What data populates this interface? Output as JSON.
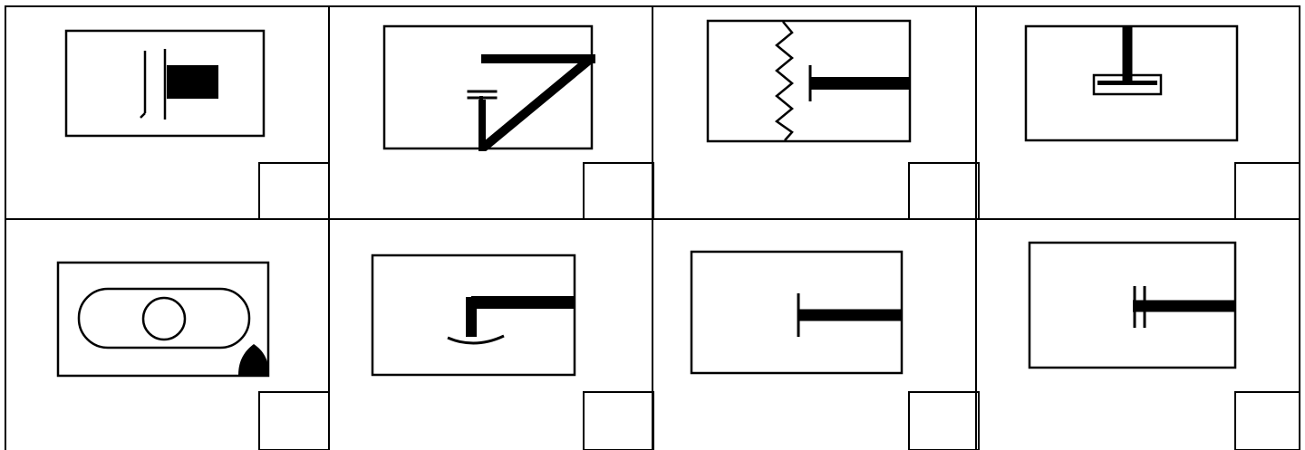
{
  "figure": {
    "rows": 2,
    "columns": 4,
    "answer_boxes": 8,
    "line_color": "#000000",
    "background": "#ffffff"
  },
  "cells": [
    {
      "row": 1,
      "col": 1,
      "symbol": "two-vertical-lines-with-solid-block-icon"
    },
    {
      "row": 1,
      "col": 2,
      "symbol": "diagonal-strut-with-small-stand-icon"
    },
    {
      "row": 1,
      "col": 3,
      "symbol": "zigzag-wall-with-horizontal-bar-icon"
    },
    {
      "row": 1,
      "col": 4,
      "symbol": "vertical-post-on-pad-icon"
    },
    {
      "row": 2,
      "col": 1,
      "symbol": "slot-with-circle-and-corner-mark-icon"
    },
    {
      "row": 2,
      "col": 2,
      "symbol": "l-shape-with-curved-base-icon"
    },
    {
      "row": 2,
      "col": 3,
      "symbol": "horizontal-bar-with-end-stop-icon"
    },
    {
      "row": 2,
      "col": 4,
      "symbol": "horizontal-bar-with-double-stop-icon"
    }
  ]
}
